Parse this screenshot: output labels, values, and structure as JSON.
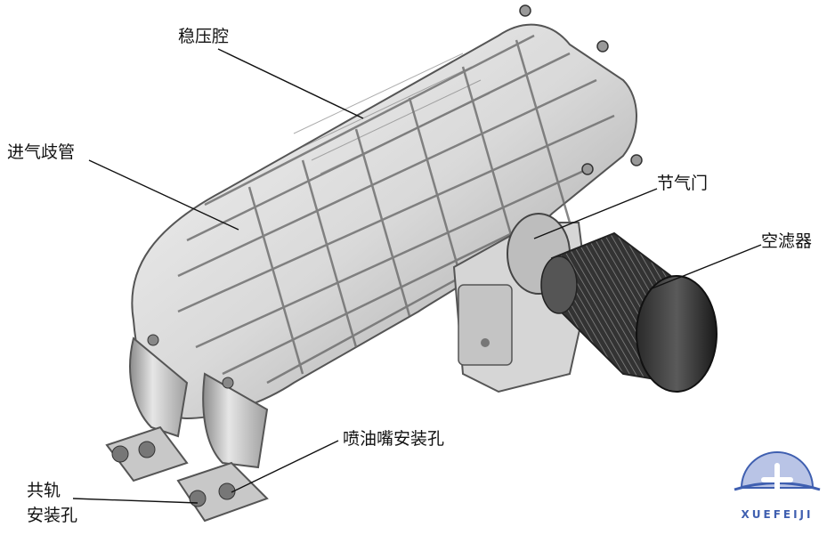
{
  "labels": {
    "plenum": "稳压腔",
    "manifold": "进气歧管",
    "throttle": "节气门",
    "air_filter": "空滤器",
    "injector_hole": "喷油嘴安装孔",
    "rail_hole_line1": "共轨",
    "rail_hole_line2": "安装孔"
  },
  "logo": {
    "text": "XUEFEIJI",
    "icon": "airplane-icon",
    "color": "#3f5fb0"
  }
}
